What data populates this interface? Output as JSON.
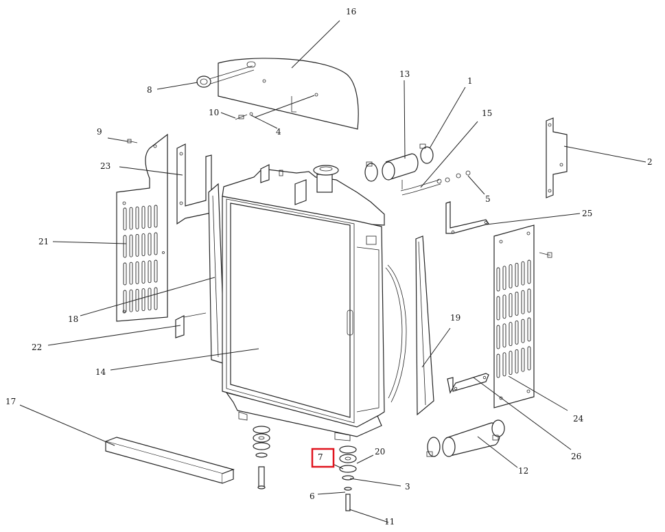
{
  "diagram": {
    "callouts": [
      {
        "id": "c1",
        "label": "1"
      },
      {
        "id": "c2",
        "label": "2"
      },
      {
        "id": "c3",
        "label": "3"
      },
      {
        "id": "c4",
        "label": "4"
      },
      {
        "id": "c5",
        "label": "5"
      },
      {
        "id": "c6",
        "label": "6"
      },
      {
        "id": "c7",
        "label": "7",
        "highlighted": true
      },
      {
        "id": "c8",
        "label": "8"
      },
      {
        "id": "c9",
        "label": "9"
      },
      {
        "id": "c10",
        "label": "10"
      },
      {
        "id": "c11",
        "label": "11"
      },
      {
        "id": "c12",
        "label": "12"
      },
      {
        "id": "c13",
        "label": "13"
      },
      {
        "id": "c14",
        "label": "14"
      },
      {
        "id": "c15",
        "label": "15"
      },
      {
        "id": "c16",
        "label": "16"
      },
      {
        "id": "c17",
        "label": "17"
      },
      {
        "id": "c18",
        "label": "18"
      },
      {
        "id": "c19",
        "label": "19"
      },
      {
        "id": "c20",
        "label": "20"
      },
      {
        "id": "c21",
        "label": "21"
      },
      {
        "id": "c22",
        "label": "22"
      },
      {
        "id": "c23",
        "label": "23"
      },
      {
        "id": "c24",
        "label": "24"
      },
      {
        "id": "c25",
        "label": "25"
      },
      {
        "id": "c26",
        "label": "26"
      }
    ],
    "highlight_color": "#e0141e",
    "line_color": "#222222"
  }
}
